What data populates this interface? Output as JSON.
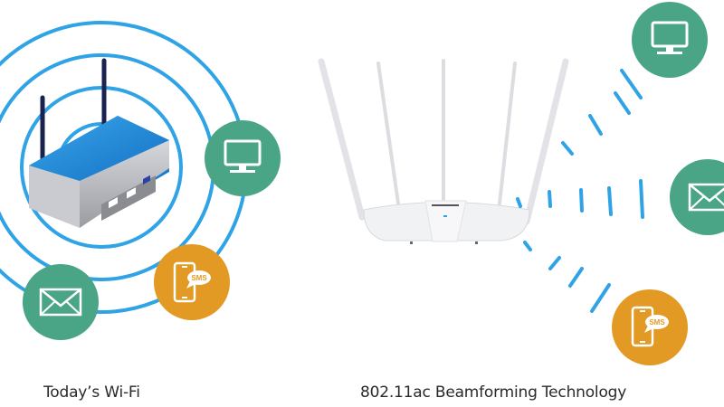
{
  "captions": {
    "left": "Today’s Wi-Fi",
    "right": "802.11ac Beamforming Technology"
  },
  "badges": {
    "sms_label": "SMS"
  },
  "colors": {
    "signal_blue": "#2fa3e6",
    "green_badge": "#4aa586",
    "orange_badge": "#e39a24",
    "router_top_blue": "#1a82d6",
    "antenna_dark": "#1a2350"
  },
  "icons": [
    "router-icon",
    "monitor-icon",
    "envelope-icon",
    "smartphone-sms-icon",
    "white-router-icon"
  ]
}
